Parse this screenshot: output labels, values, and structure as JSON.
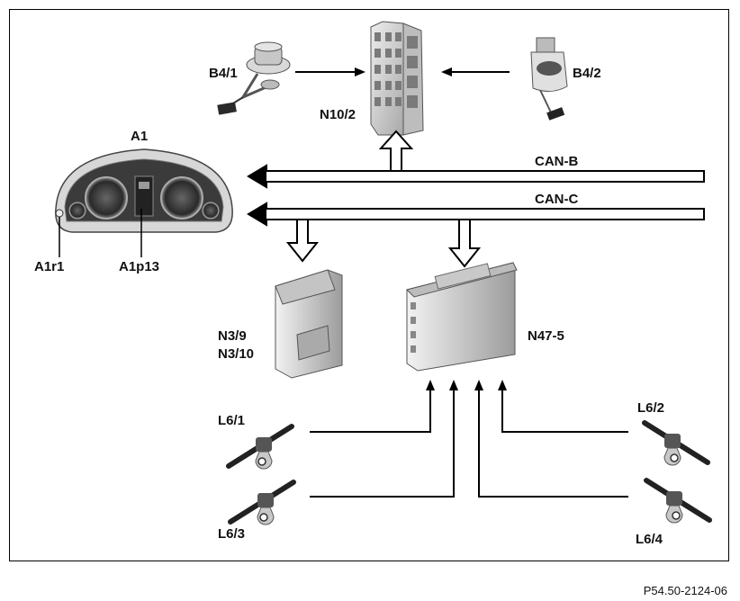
{
  "labels": {
    "b4_1": "B4/1",
    "b4_2": "B4/2",
    "n10_2": "N10/2",
    "a1": "A1",
    "a1r1": "A1r1",
    "a1p13": "A1p13",
    "can_b": "CAN-B",
    "can_c": "CAN-C",
    "n3_9": "N3/9",
    "n3_10": "N3/10",
    "n47_5": "N47-5",
    "l6_1": "L6/1",
    "l6_2": "L6/2",
    "l6_3": "L6/3",
    "l6_4": "L6/4"
  },
  "figure_ref": "P54.50-2124-06",
  "colors": {
    "line": "#000000",
    "component_gray": "#cfcfcf",
    "background": "#ffffff"
  }
}
